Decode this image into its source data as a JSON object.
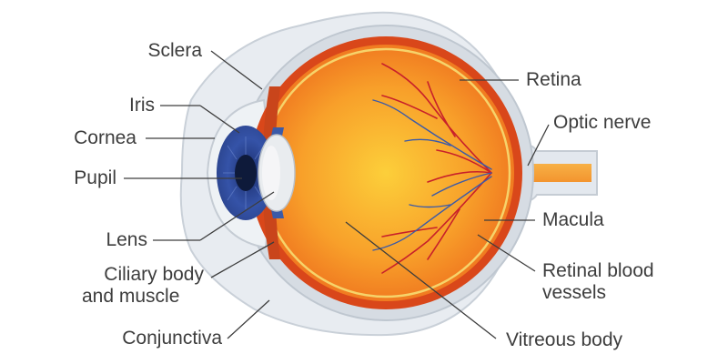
{
  "labels": {
    "sclera": "Sclera",
    "iris": "Iris",
    "cornea": "Cornea",
    "pupil": "Pupil",
    "lens": "Lens",
    "ciliary_line1": "Ciliary body",
    "ciliary_line2": "and muscle",
    "conjunctiva": "Conjunctiva",
    "retina": "Retina",
    "optic_nerve": "Optic nerve",
    "macula": "Macula",
    "retinal_vessels_line1": "Retinal blood",
    "retinal_vessels_line2": "vessels",
    "vitreous_body": "Vitreous body"
  },
  "colors": {
    "outer_membrane": "#e3e8ee",
    "sclera_ring": "#c5ccd4",
    "choroid": "#d9471a",
    "vitreous_center": "#fbc531",
    "vitreous_edge": "#ef6c1c",
    "retina_line": "#f6d36a",
    "iris": "#2f4ea2",
    "pupil": "#0e1a3a",
    "lens": "#e9ecef",
    "optic_nerve": "#f6a43a",
    "artery": "#c8202a",
    "vein": "#3b5aa8",
    "leader": "#3d3d3d"
  }
}
